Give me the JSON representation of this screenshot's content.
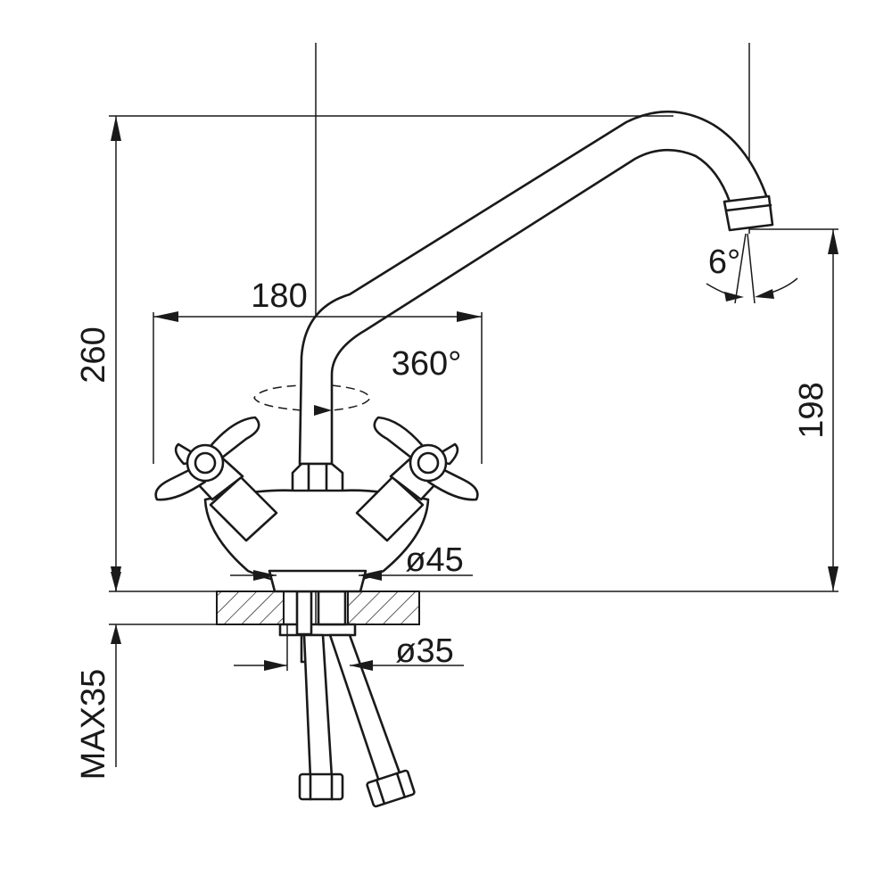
{
  "dimensions": {
    "total_height": "260",
    "spread": "180",
    "swivel": "360°",
    "spout_angle": "6°",
    "spout_height": "198",
    "base_diameter": "ø45",
    "hole_diameter": "ø35",
    "max_deck_thickness": "MAX35"
  }
}
